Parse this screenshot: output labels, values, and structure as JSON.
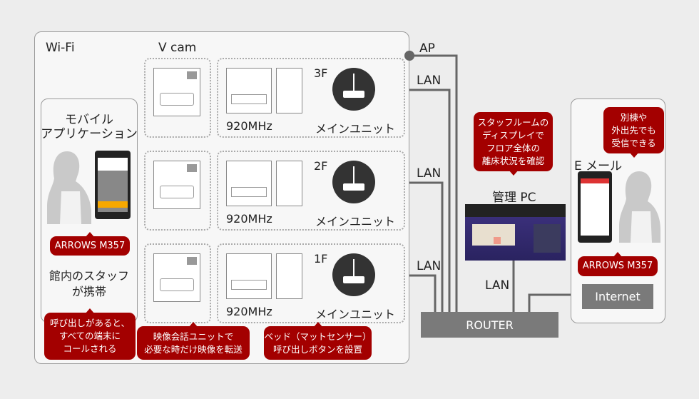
{
  "wifi": {
    "label": "Wi-Fi"
  },
  "vcam": {
    "label": "V cam"
  },
  "ap": {
    "label": "AP"
  },
  "floors": [
    {
      "floor": "3F",
      "freq": "920MHz",
      "unit": "メインユニット",
      "lan": "LAN"
    },
    {
      "floor": "2F",
      "freq": "920MHz",
      "unit": "メインユニット",
      "lan": "LAN"
    },
    {
      "floor": "1F",
      "freq": "920MHz",
      "unit": "メインユニット",
      "lan": "LAN"
    }
  ],
  "mobile": {
    "title1": "モバイル",
    "title2": "アプリケーション",
    "model": "ARROWS M357",
    "desc1": "館内のスタッフ",
    "desc2": "が携帯",
    "callout": "呼び出しがあると、\nすべての端末に\nコールされる"
  },
  "vcam_callout": "映像会話ユニットで\n必要な時だけ映像を転送",
  "sensor_callout": "ベッド（マットセンサー）\n呼び出しボタンを設置",
  "pc": {
    "callout": "スタッフルームの\nディスプレイで\nフロア全体の\n離床状況を確認",
    "label": "管理 PC",
    "lan": "LAN"
  },
  "router": {
    "label": "ROUTER"
  },
  "email": {
    "label": "E メール",
    "callout": "別棟や\n外出先でも\n受信できる",
    "model": "ARROWS M357"
  },
  "internet": {
    "label": "Internet"
  },
  "colors": {
    "accent": "#a30000",
    "router": "#7a7a7a"
  }
}
